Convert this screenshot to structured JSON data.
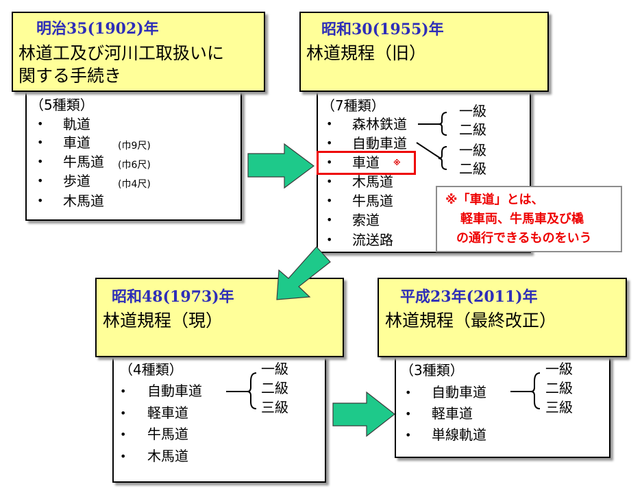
{
  "box1": {
    "era": "明治35(1902)年",
    "title_line1": "林道工及び河川工取扱いに",
    "title_line2": "関する手続き",
    "count": "（5種類）",
    "items": [
      "軌道",
      "車道",
      "牛馬道",
      "歩道",
      "木馬道"
    ],
    "widths": [
      "(巾9尺)",
      "(巾6尺)",
      "(巾4尺)"
    ]
  },
  "box2": {
    "era": "昭和30(1955)年",
    "title": "林道規程（旧）",
    "count": "（7種類）",
    "items": [
      "森林鉄道",
      "自動車道",
      "車道",
      "木馬道",
      "牛馬道",
      "索道",
      "流送路"
    ],
    "mark": "※",
    "grades_a": [
      "一級",
      "二級"
    ],
    "grades_b": [
      "一級",
      "二級"
    ]
  },
  "note": {
    "line1": "※「車道」とは、",
    "line2": "軽車両、牛馬車及び橇",
    "line3": "の通行できるものをいう"
  },
  "box3": {
    "era": "昭和48(1973)年",
    "title": "林道規程（現）",
    "count": "（4種類）",
    "items": [
      "自動車道",
      "軽車道",
      "牛馬道",
      "木馬道"
    ],
    "grades": [
      "一級",
      "二級",
      "三級"
    ]
  },
  "box4": {
    "era": "平成23年(2011)年",
    "title": "林道規程（最終改正）",
    "count": "（3種類）",
    "items": [
      "自動車道",
      "軽車道",
      "単線軌道"
    ],
    "grades": [
      "一級",
      "二級",
      "三級"
    ]
  },
  "bullet": "•",
  "colors": {
    "era": "#2e2eb8",
    "header": "#ffff99",
    "arrow": "#1ec98a",
    "note": "#ee0000"
  }
}
